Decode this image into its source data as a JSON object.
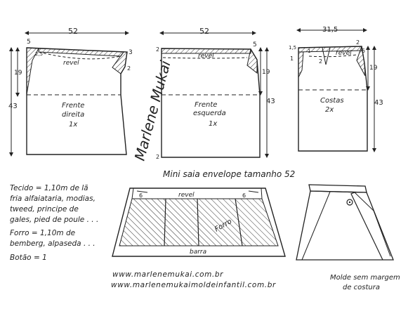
{
  "pattern": {
    "title": "Mini saia envelope tamanho 52",
    "signature": "Marlene Mukai",
    "front_right": {
      "width": "52",
      "label_line1": "Frente",
      "label_line2": "direita",
      "count": "1x",
      "dim_top_left": "5",
      "dim_top_right": "3",
      "dim_corner": "2,5",
      "dim_yoke_side": "2",
      "dim_hip": "19",
      "dim_length": "43",
      "facing_label": "revel"
    },
    "front_left": {
      "width": "52",
      "label_line1": "Frente",
      "label_line2": "esquerda",
      "count": "1x",
      "dim_top_left": "2",
      "dim_top_right": "5",
      "dim_hip": "19",
      "dim_length": "43",
      "dim_bottom": "2",
      "facing_label": "revel"
    },
    "back": {
      "width": "31,5",
      "label_line1": "Costas",
      "label_line2": "2x",
      "count": "",
      "dim_top_left": "1,5",
      "dim_dart_left": "1",
      "dim_dart_center": "2",
      "dim_dart_right": "2",
      "dim_top_right": "5",
      "dim_side_left": "1",
      "dim_hip": "19",
      "dim_length": "43",
      "facing_label": "revel"
    },
    "lining": {
      "top_label": "revel",
      "bottom_label": "barra",
      "lining_label": "Forro",
      "dim_left": "6",
      "dim_right": "6"
    },
    "materials": {
      "fabric_label": "Tecido",
      "fabric_lines": [
        "Tecido = 1,10m de lã",
        "fria alfaiataria, modias,",
        "tweed, principe de",
        "gales, pied de poule . . ."
      ],
      "lining_label": "Forro",
      "lining_lines": [
        "Forro = 1,10m de",
        "bemberg, alpaseda . . ."
      ],
      "button_line": "Botão = 1"
    },
    "urls": [
      "www.marlenemukai.com.br",
      "www.marlenemukaimoldeinfantil.com.br"
    ],
    "note": {
      "line1": "Molde sem margem",
      "line2": "de costura"
    }
  }
}
